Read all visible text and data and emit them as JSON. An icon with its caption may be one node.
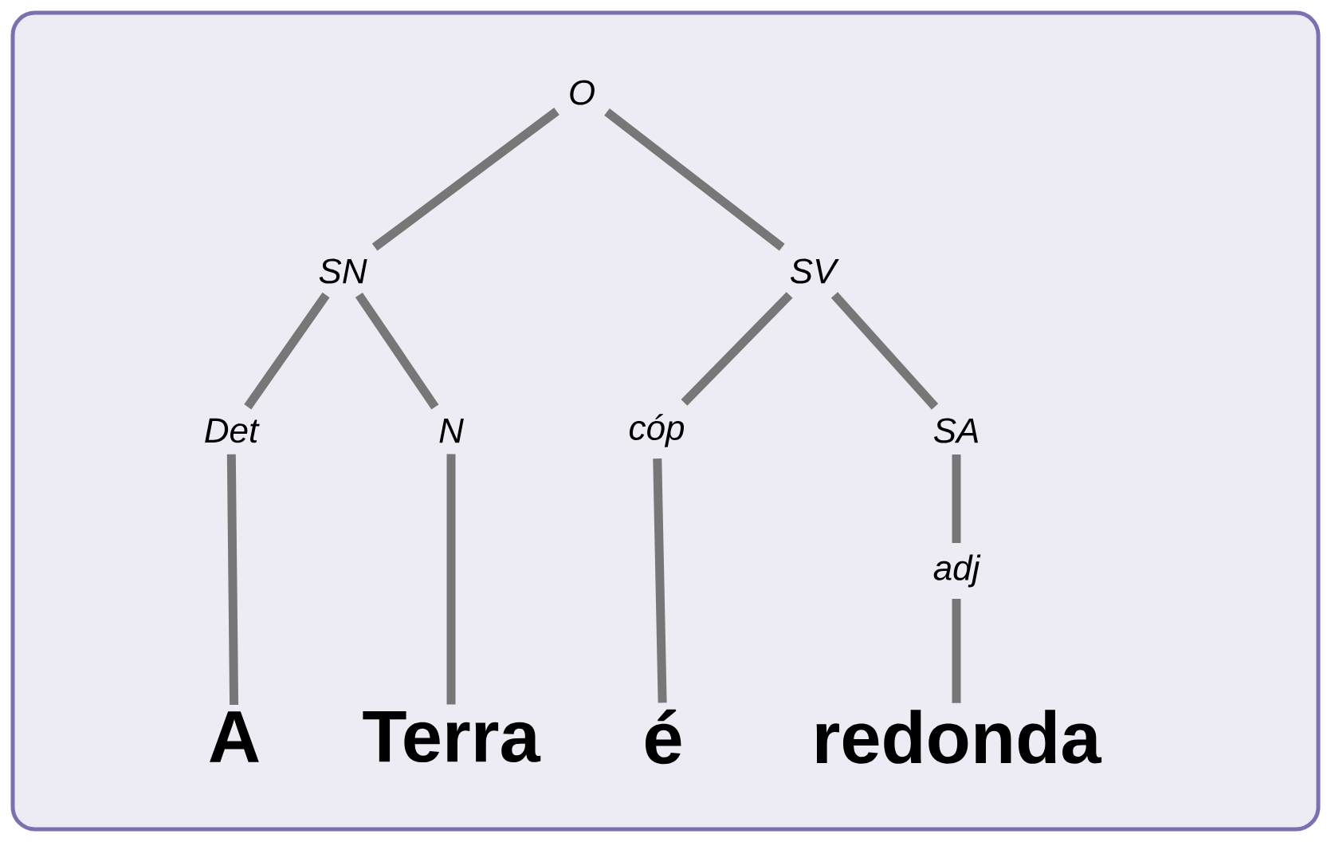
{
  "diagram": {
    "nodes": [
      {
        "text": [
          "O"
        ]
      },
      {
        "text": [
          "SN"
        ]
      },
      {
        "text": [
          "SV"
        ]
      },
      {
        "text": [
          "Det"
        ]
      },
      {
        "text": [
          "N"
        ]
      },
      {
        "text": [
          "cóp"
        ]
      },
      {
        "text": [
          "SA"
        ]
      },
      {
        "text": [
          "adj"
        ]
      },
      {
        "text": [
          "A"
        ]
      },
      {
        "text": [
          "Terra"
        ]
      },
      {
        "text": [
          "é"
        ]
      },
      {
        "text": [
          "redonda"
        ]
      }
    ],
    "edges": [
      {
        "from": 0,
        "to": 1,
        "arrow": "none"
      },
      {
        "from": 0,
        "to": 2,
        "arrow": "none"
      },
      {
        "from": 1,
        "to": 3,
        "arrow": "none"
      },
      {
        "from": 1,
        "to": 4,
        "arrow": "none"
      },
      {
        "from": 2,
        "to": 5,
        "arrow": "none"
      },
      {
        "from": 2,
        "to": 6,
        "arrow": "none"
      },
      {
        "from": 3,
        "to": 8,
        "arrow": "none"
      },
      {
        "from": 4,
        "to": 9,
        "arrow": "none"
      },
      {
        "from": 5,
        "to": 10,
        "arrow": "none"
      },
      {
        "from": 6,
        "to": 7,
        "arrow": "none"
      },
      {
        "from": 7,
        "to": 11,
        "arrow": "none"
      }
    ]
  }
}
